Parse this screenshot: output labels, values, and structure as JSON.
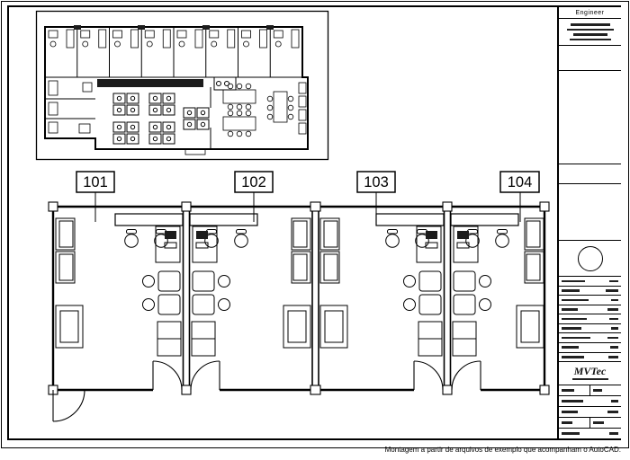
{
  "sheet": {
    "caption": "Montagem a partir de arquivos de exemplo que acompanham o AutoCAD."
  },
  "title_block": {
    "engineer_label": "Engineer",
    "logo_text": "MVTec"
  },
  "detail_plan": {
    "room_labels": [
      "101",
      "102",
      "103",
      "104"
    ]
  }
}
